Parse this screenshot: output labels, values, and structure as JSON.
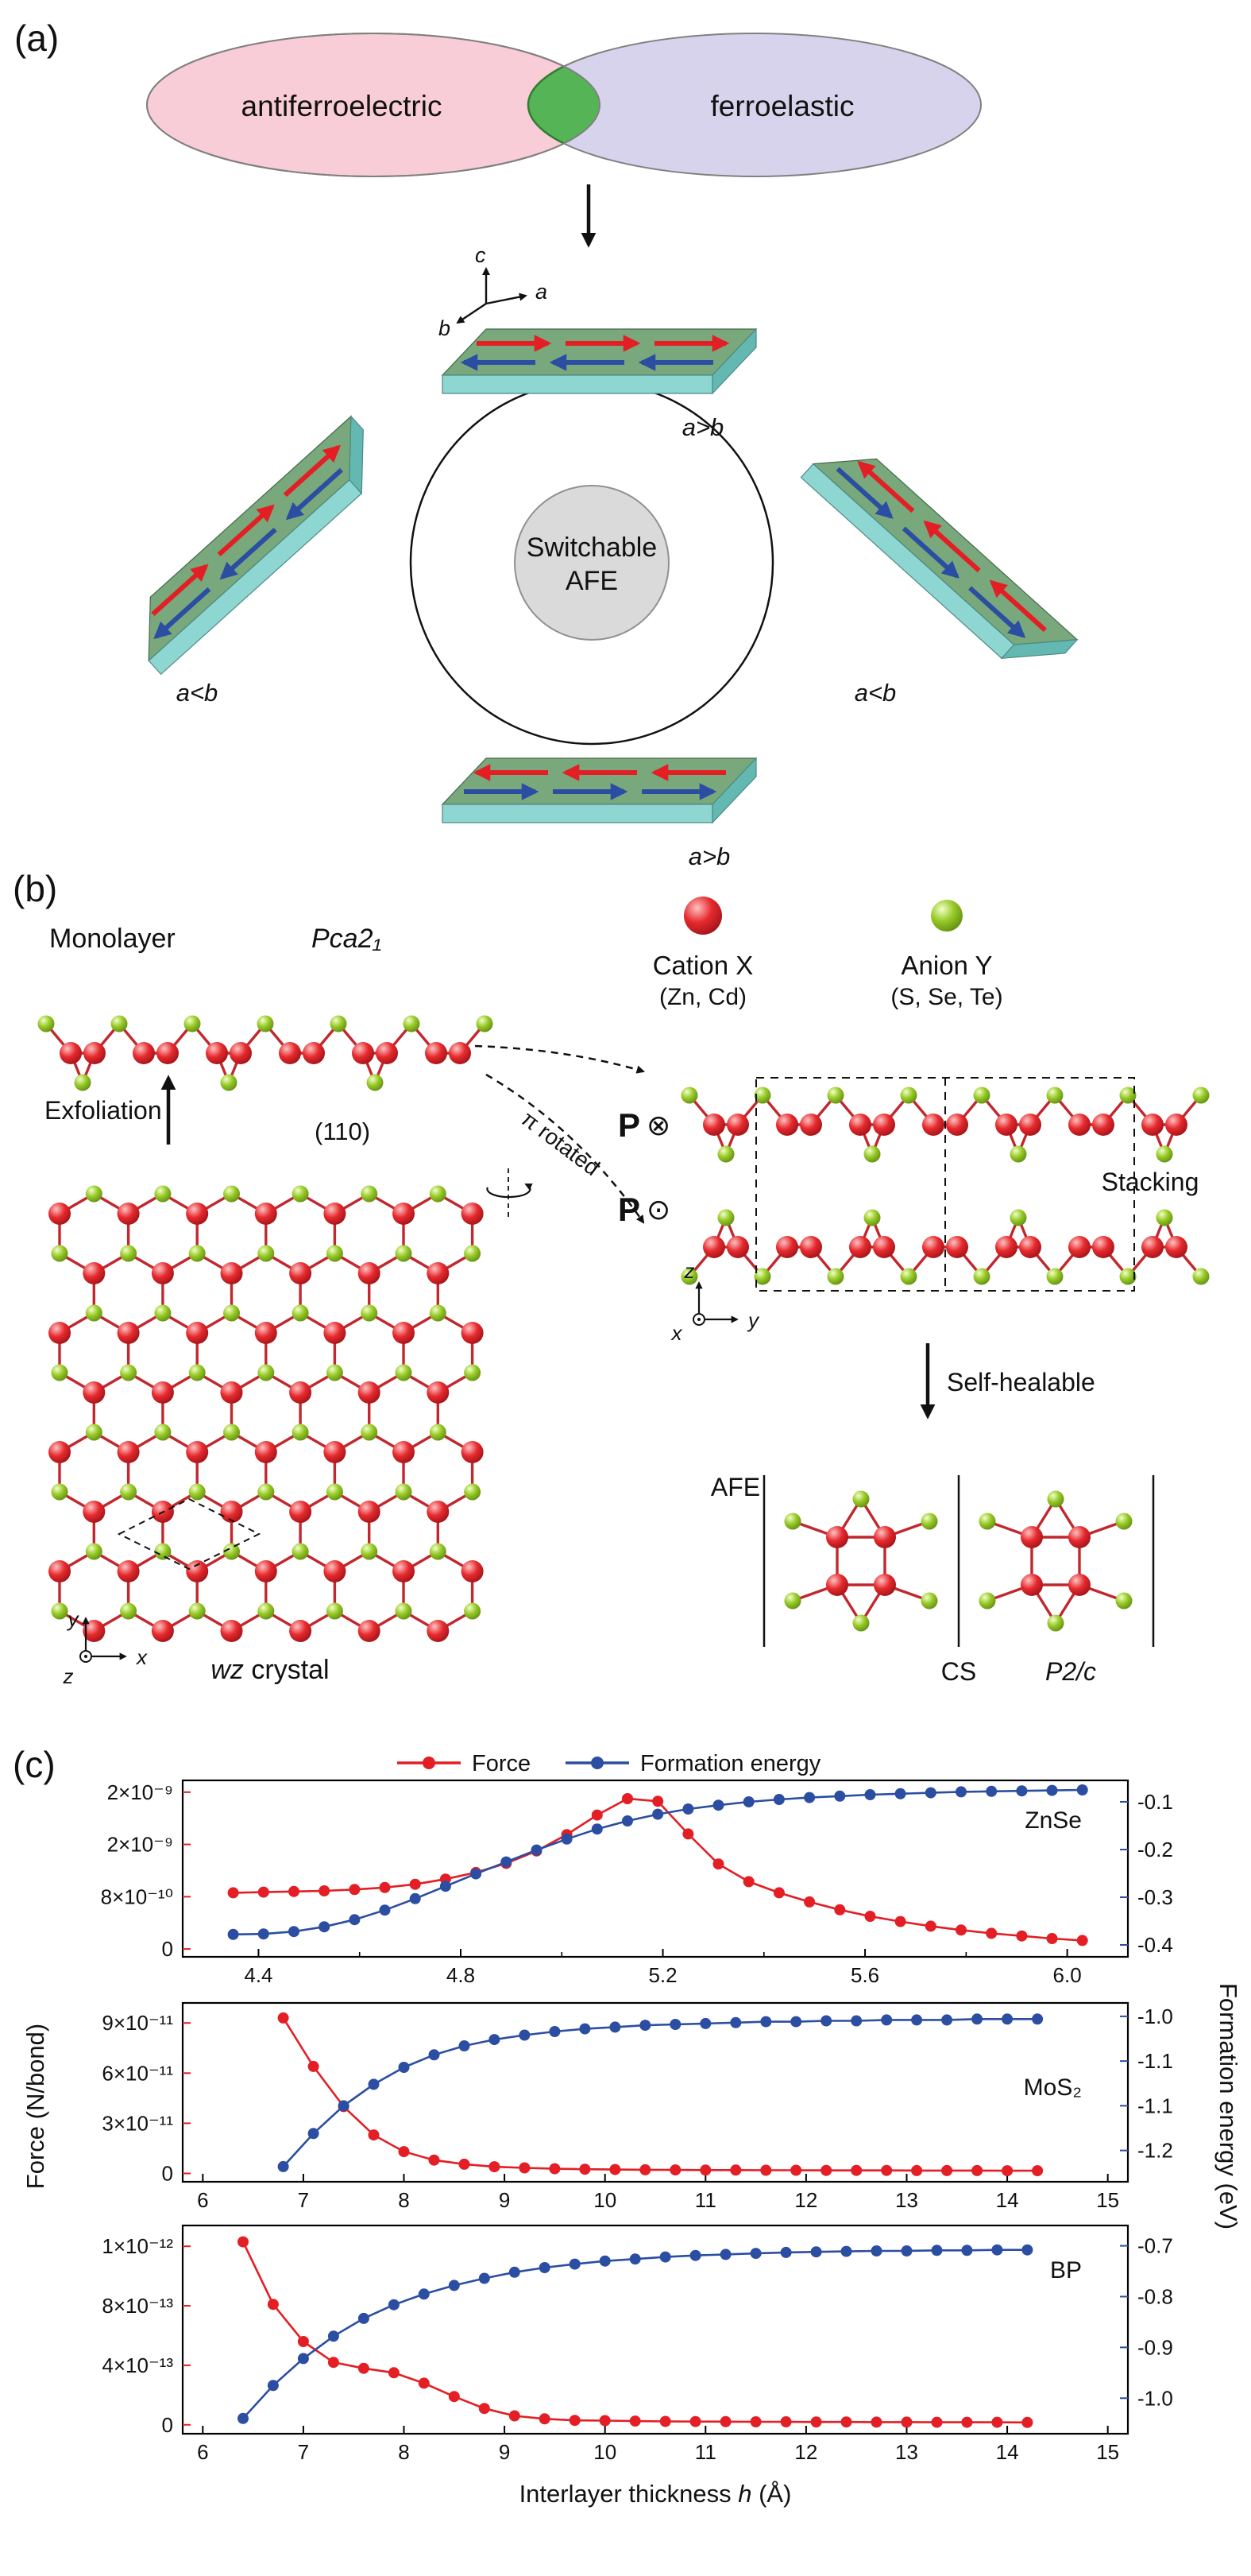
{
  "colors": {
    "force_red": "#e31e24",
    "energy_blue": "#2b4ea2",
    "bond": "#c1272d",
    "venn_pink": "#f9cdd7",
    "venn_lavender": "#d7d3ec",
    "venn_green": "#55b455",
    "slab_top": "#78a87b",
    "slab_front": "#8ed6d1",
    "slab_side": "#63b8b2",
    "center_gray": "#dadada"
  },
  "panel_a": {
    "label": "(a)",
    "venn_left": "antiferroelectric",
    "venn_right": "ferroelastic",
    "axis_c": "c",
    "axis_a": "a",
    "axis_b": "b",
    "center_line1": "Switchable",
    "center_line2": "AFE",
    "slab_top_label": "a>b",
    "slab_left_label": "a<b",
    "slab_right_label": "a<b",
    "slab_bottom_label": "a>b"
  },
  "panel_b": {
    "label": "(b)",
    "monolayer": "Monolayer",
    "monolayer_group": "Pca2₁",
    "exfoliation": "Exfoliation",
    "plane": "(110)",
    "cation_name": "Cation X",
    "cation_elements": "(Zn, Cd)",
    "anion_name": "Anion Y",
    "anion_elements": "(S, Se, Te)",
    "pi_rotated": "π rotated",
    "p_symbol": "P",
    "p_in_glyph": "⊗",
    "p_out_glyph": "⊙",
    "stacking": "Stacking",
    "self_healable": "Self-healable",
    "afe": "AFE",
    "cs": "CS",
    "group_p2c": "P2/c",
    "wz_italic": "wz",
    "wz_rest": " crystal",
    "axes_stack": {
      "x": "x",
      "y": "y",
      "z": "z"
    },
    "axes_wz": {
      "x": "x",
      "y": "y",
      "z": "z"
    }
  },
  "panel_c": {
    "label": "(c)",
    "legend": [
      {
        "label": "Force"
      },
      {
        "label": "Formation energy"
      }
    ],
    "xlabel_pre": "Interlayer thickness ",
    "xlabel_h": "h",
    "xlabel_post": " (Å)",
    "ylabel_left": "Force (N/bond)",
    "ylabel_right": "Formation energy (eV)"
  },
  "chart_data": [
    {
      "type": "line",
      "name": "ZnSe",
      "xlabel": "Interlayer thickness h (Å)",
      "ylabel_left": "Force (N/bond)",
      "ylabel_right": "Formation energy (eV)",
      "x_range": [
        4.25,
        6.12
      ],
      "x_ticks": [
        4.4,
        4.8,
        5.2,
        5.6,
        6.0
      ],
      "x_tick_labels": [
        "4.4",
        "4.8",
        "5.2",
        "5.6",
        "6.0"
      ],
      "x_minor_ticks": [
        4.6,
        5.0,
        5.4,
        5.8
      ],
      "left_range": [
        -1.2e-10,
        2.58e-09
      ],
      "left_ticks": [
        {
          "v": 2.4e-09,
          "label": "2×10⁻⁹"
        },
        {
          "v": 1.6e-09,
          "label": "2×10⁻⁹"
        },
        {
          "v": 8e-10,
          "label": "8×10⁻¹⁰"
        },
        {
          "v": 0,
          "label": "0"
        }
      ],
      "right_range": [
        -0.425,
        -0.055
      ],
      "right_ticks": [
        {
          "v": -0.1,
          "label": "-0.1"
        },
        {
          "v": -0.2,
          "label": "-0.2"
        },
        {
          "v": -0.3,
          "label": "-0.3"
        },
        {
          "v": -0.4,
          "label": "-0.4"
        }
      ],
      "series": [
        {
          "name": "Force",
          "axis": "left",
          "color": "red",
          "x": [
            4.35,
            4.41,
            4.47,
            4.53,
            4.59,
            4.65,
            4.71,
            4.77,
            4.83,
            4.89,
            4.95,
            5.01,
            5.07,
            5.13,
            5.19,
            5.25,
            5.31,
            5.37,
            5.43,
            5.49,
            5.55,
            5.61,
            5.67,
            5.73,
            5.79,
            5.85,
            5.91,
            5.97,
            6.03
          ],
          "y": [
            8.6e-10,
            8.7e-10,
            8.8e-10,
            8.9e-10,
            9.1e-10,
            9.4e-10,
            9.9e-10,
            1.07e-09,
            1.17e-09,
            1.31e-09,
            1.5e-09,
            1.75e-09,
            2.05e-09,
            2.3e-09,
            2.26e-09,
            1.76e-09,
            1.3e-09,
            1.03e-09,
            8.6e-10,
            7.2e-10,
            6e-10,
            5e-10,
            4.2e-10,
            3.5e-10,
            2.9e-10,
            2.4e-10,
            2e-10,
            1.6e-10,
            1.3e-10
          ]
        },
        {
          "name": "Formation energy",
          "axis": "right",
          "color": "blue",
          "x": [
            4.35,
            4.41,
            4.47,
            4.53,
            4.59,
            4.65,
            4.71,
            4.77,
            4.83,
            4.89,
            4.95,
            5.01,
            5.07,
            5.13,
            5.19,
            5.25,
            5.31,
            5.37,
            5.43,
            5.49,
            5.55,
            5.61,
            5.67,
            5.73,
            5.79,
            5.85,
            5.91,
            5.97,
            6.03
          ],
          "y": [
            -0.378,
            -0.377,
            -0.372,
            -0.362,
            -0.347,
            -0.327,
            -0.303,
            -0.277,
            -0.251,
            -0.226,
            -0.201,
            -0.178,
            -0.157,
            -0.14,
            -0.126,
            -0.115,
            -0.107,
            -0.1,
            -0.095,
            -0.091,
            -0.088,
            -0.085,
            -0.083,
            -0.081,
            -0.079,
            -0.078,
            -0.077,
            -0.076,
            -0.075
          ]
        }
      ]
    },
    {
      "type": "line",
      "name": "MoS₂",
      "x_range": [
        5.8,
        15.2
      ],
      "x_ticks": [
        6,
        7,
        8,
        9,
        10,
        11,
        12,
        13,
        14,
        15
      ],
      "x_tick_labels": [
        "6",
        "7",
        "8",
        "9",
        "10",
        "11",
        "12",
        "13",
        "14",
        "15"
      ],
      "left_range": [
        -5e-12,
        1.02e-10
      ],
      "left_ticks": [
        {
          "v": 9e-11,
          "label": "9×10⁻¹¹"
        },
        {
          "v": 6e-11,
          "label": "6×10⁻¹¹"
        },
        {
          "v": 3e-11,
          "label": "3×10⁻¹¹"
        },
        {
          "v": 0,
          "label": "0"
        }
      ],
      "right_range": [
        -1.185,
        -0.985
      ],
      "right_ticks": [
        {
          "v": -1.0,
          "label": "-1.0"
        },
        {
          "v": -1.05,
          "label": "-1.1"
        },
        {
          "v": -1.1,
          "label": "-1.1"
        },
        {
          "v": -1.15,
          "label": "-1.2"
        }
      ],
      "series": [
        {
          "name": "Force",
          "axis": "left",
          "color": "red",
          "x": [
            6.8,
            7.1,
            7.4,
            7.7,
            8.0,
            8.3,
            8.6,
            8.9,
            9.2,
            9.5,
            9.8,
            10.1,
            10.4,
            10.7,
            11.0,
            11.3,
            11.6,
            11.9,
            12.2,
            12.5,
            12.8,
            13.1,
            13.4,
            13.7,
            14.0,
            14.3
          ],
          "y": [
            9.3e-11,
            6.4e-11,
            4e-11,
            2.3e-11,
            1.3e-11,
            8e-12,
            5.5e-12,
            4e-12,
            3.3e-12,
            2.8e-12,
            2.5e-12,
            2.3e-12,
            2.2e-12,
            2.1e-12,
            2e-12,
            2e-12,
            1.9e-12,
            1.9e-12,
            1.8e-12,
            1.8e-12,
            1.8e-12,
            1.7e-12,
            1.7e-12,
            1.7e-12,
            1.6e-12,
            1.6e-12
          ]
        },
        {
          "name": "Formation energy",
          "axis": "right",
          "color": "blue",
          "x": [
            6.8,
            7.1,
            7.4,
            7.7,
            8.0,
            8.3,
            8.6,
            8.9,
            9.2,
            9.5,
            9.8,
            10.1,
            10.4,
            10.7,
            11.0,
            11.3,
            11.6,
            11.9,
            12.2,
            12.5,
            12.8,
            13.1,
            13.4,
            13.7,
            14.0,
            14.3
          ],
          "y": [
            -1.168,
            -1.131,
            -1.1,
            -1.076,
            -1.057,
            -1.043,
            -1.033,
            -1.026,
            -1.021,
            -1.017,
            -1.014,
            -1.012,
            -1.01,
            -1.009,
            -1.008,
            -1.007,
            -1.006,
            -1.006,
            -1.005,
            -1.005,
            -1.004,
            -1.004,
            -1.004,
            -1.003,
            -1.003,
            -1.003
          ]
        }
      ]
    },
    {
      "type": "line",
      "name": "BP",
      "x_range": [
        5.8,
        15.2
      ],
      "x_ticks": [
        6,
        7,
        8,
        9,
        10,
        11,
        12,
        13,
        14,
        15
      ],
      "x_tick_labels": [
        "6",
        "7",
        "8",
        "9",
        "10",
        "11",
        "12",
        "13",
        "14",
        "15"
      ],
      "left_range": [
        -6e-14,
        1.34e-12
      ],
      "left_ticks": [
        {
          "v": 1.2e-12,
          "label": "1×10⁻¹²"
        },
        {
          "v": 8e-13,
          "label": "8×10⁻¹³"
        },
        {
          "v": 4e-13,
          "label": "4×10⁻¹³"
        },
        {
          "v": 0,
          "label": "0"
        }
      ],
      "right_range": [
        -1.07,
        -0.66
      ],
      "right_ticks": [
        {
          "v": -0.7,
          "label": "-0.7"
        },
        {
          "v": -0.8,
          "label": "-0.8"
        },
        {
          "v": -0.9,
          "label": "-0.9"
        },
        {
          "v": -1.0,
          "label": "-1.0"
        }
      ],
      "series": [
        {
          "name": "Force",
          "axis": "left",
          "color": "red",
          "x": [
            6.4,
            6.7,
            7.0,
            7.3,
            7.6,
            7.9,
            8.2,
            8.5,
            8.8,
            9.1,
            9.4,
            9.7,
            10.0,
            10.3,
            10.6,
            10.9,
            11.2,
            11.5,
            11.8,
            12.1,
            12.4,
            12.7,
            13.0,
            13.3,
            13.6,
            13.9,
            14.2
          ],
          "y": [
            1.23e-12,
            8.1e-13,
            5.6e-13,
            4.2e-13,
            3.8e-13,
            3.5e-13,
            2.8e-13,
            1.9e-13,
            1.1e-13,
            6e-14,
            4e-14,
            3e-14,
            2.8e-14,
            2.5e-14,
            2.3e-14,
            2.2e-14,
            2.1e-14,
            2e-14,
            2e-14,
            1.9e-14,
            1.9e-14,
            1.8e-14,
            1.8e-14,
            1.7e-14,
            1.7e-14,
            1.7e-14,
            1.6e-14
          ]
        },
        {
          "name": "Formation energy",
          "axis": "right",
          "color": "blue",
          "x": [
            6.4,
            6.7,
            7.0,
            7.3,
            7.6,
            7.9,
            8.2,
            8.5,
            8.8,
            9.1,
            9.4,
            9.7,
            10.0,
            10.3,
            10.6,
            10.9,
            11.2,
            11.5,
            11.8,
            12.1,
            12.4,
            12.7,
            13.0,
            13.3,
            13.6,
            13.9,
            14.2
          ],
          "y": [
            -1.04,
            -0.975,
            -0.922,
            -0.878,
            -0.843,
            -0.816,
            -0.795,
            -0.778,
            -0.764,
            -0.752,
            -0.743,
            -0.736,
            -0.73,
            -0.726,
            -0.722,
            -0.719,
            -0.717,
            -0.715,
            -0.713,
            -0.712,
            -0.711,
            -0.71,
            -0.71,
            -0.709,
            -0.709,
            -0.708,
            -0.708
          ]
        }
      ]
    }
  ]
}
